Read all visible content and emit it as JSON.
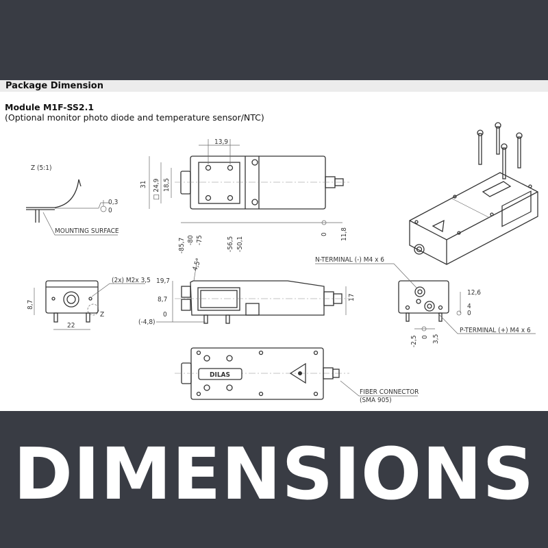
{
  "header": {
    "title": "Package Dimension"
  },
  "module": {
    "title": "Module M1F-SS2.1",
    "subtitle": "(Optional monitor photo diode and temperature sensor/NTC)"
  },
  "detail_z": {
    "title": "Z (5:1)",
    "tol_upper": "0,3",
    "tol_lower": "0",
    "mounting_label": "MOUNTING SURFACE"
  },
  "top_view": {
    "dim_width": "13,9",
    "dim_height": "31",
    "dim_square": "□ 24,9",
    "dim_inner": "18,5",
    "x_dims": [
      "-85,7",
      "-80",
      "-75",
      "-56,5",
      "-50,1",
      "0",
      "11,8"
    ]
  },
  "front_view": {
    "dim_height": "8,7",
    "dim_width": "22",
    "screw_label": "(2x) M2x 3,5",
    "detail_marker": "Z"
  },
  "side_view": {
    "angle": "4,5°",
    "y_dims": [
      "19,7",
      "8,7",
      "0",
      "(-4,8)"
    ],
    "dim_height": "17"
  },
  "end_view": {
    "n_terminal": "N-TERMINAL (-) M4 x 6",
    "p_terminal": "P-TERMINAL (+) M4 x 6",
    "y_dims": [
      "12,6",
      "4",
      "0"
    ],
    "x_dims": [
      "-2,5",
      "0",
      "3,5"
    ]
  },
  "bottom_view": {
    "logo": "DILAS",
    "fiber_label": "FIBER CONNECTOR",
    "fiber_sub": "(SMA 905)"
  },
  "banner": {
    "text": "DIMENSIONS"
  }
}
